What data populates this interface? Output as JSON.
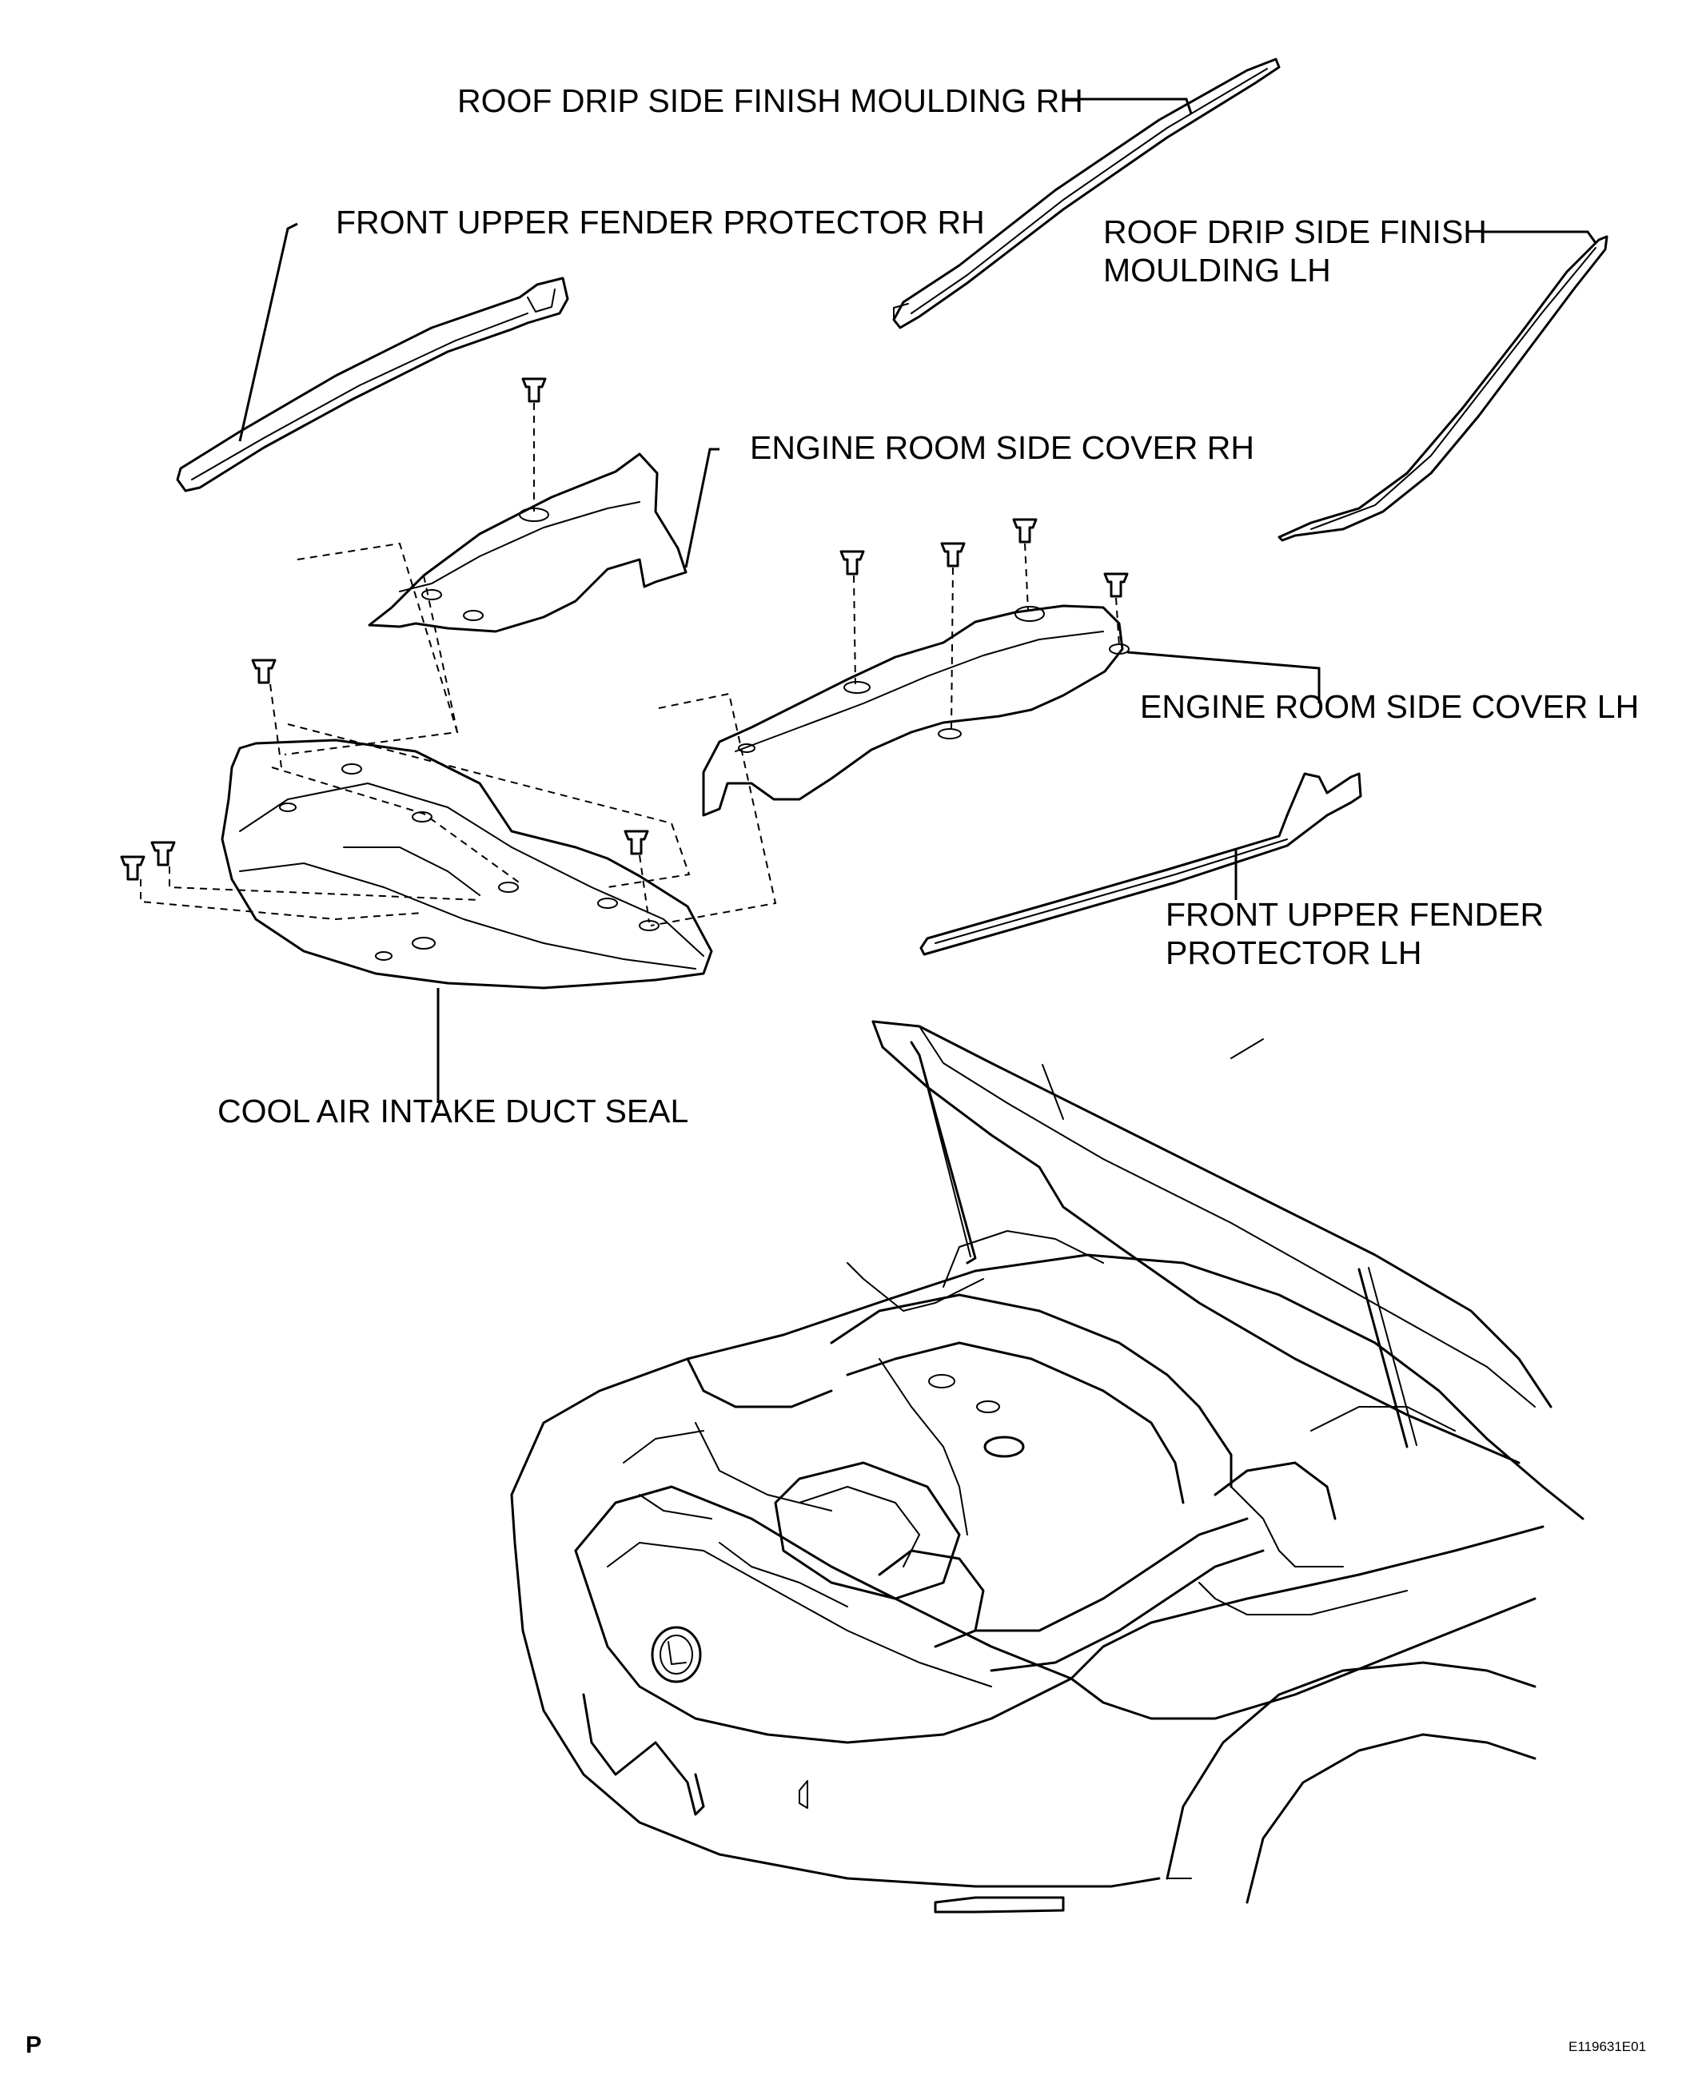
{
  "labels": {
    "roof_drip_rh": "ROOF DRIP SIDE FINISH MOULDING RH",
    "roof_drip_lh_line1": "ROOF DRIP SIDE FINISH",
    "roof_drip_lh_line2": "MOULDING LH",
    "front_upper_fender_rh": "FRONT UPPER FENDER PROTECTOR RH",
    "engine_room_cover_rh": "ENGINE ROOM SIDE COVER RH",
    "engine_room_cover_lh": "ENGINE ROOM SIDE COVER LH",
    "front_upper_fender_lh_line1": "FRONT UPPER FENDER",
    "front_upper_fender_lh_line2": "PROTECTOR LH",
    "cool_air_duct_seal": "COOL AIR INTAKE DUCT SEAL"
  },
  "footer": {
    "page_marker": "P",
    "figure_code": "E119631E01"
  }
}
